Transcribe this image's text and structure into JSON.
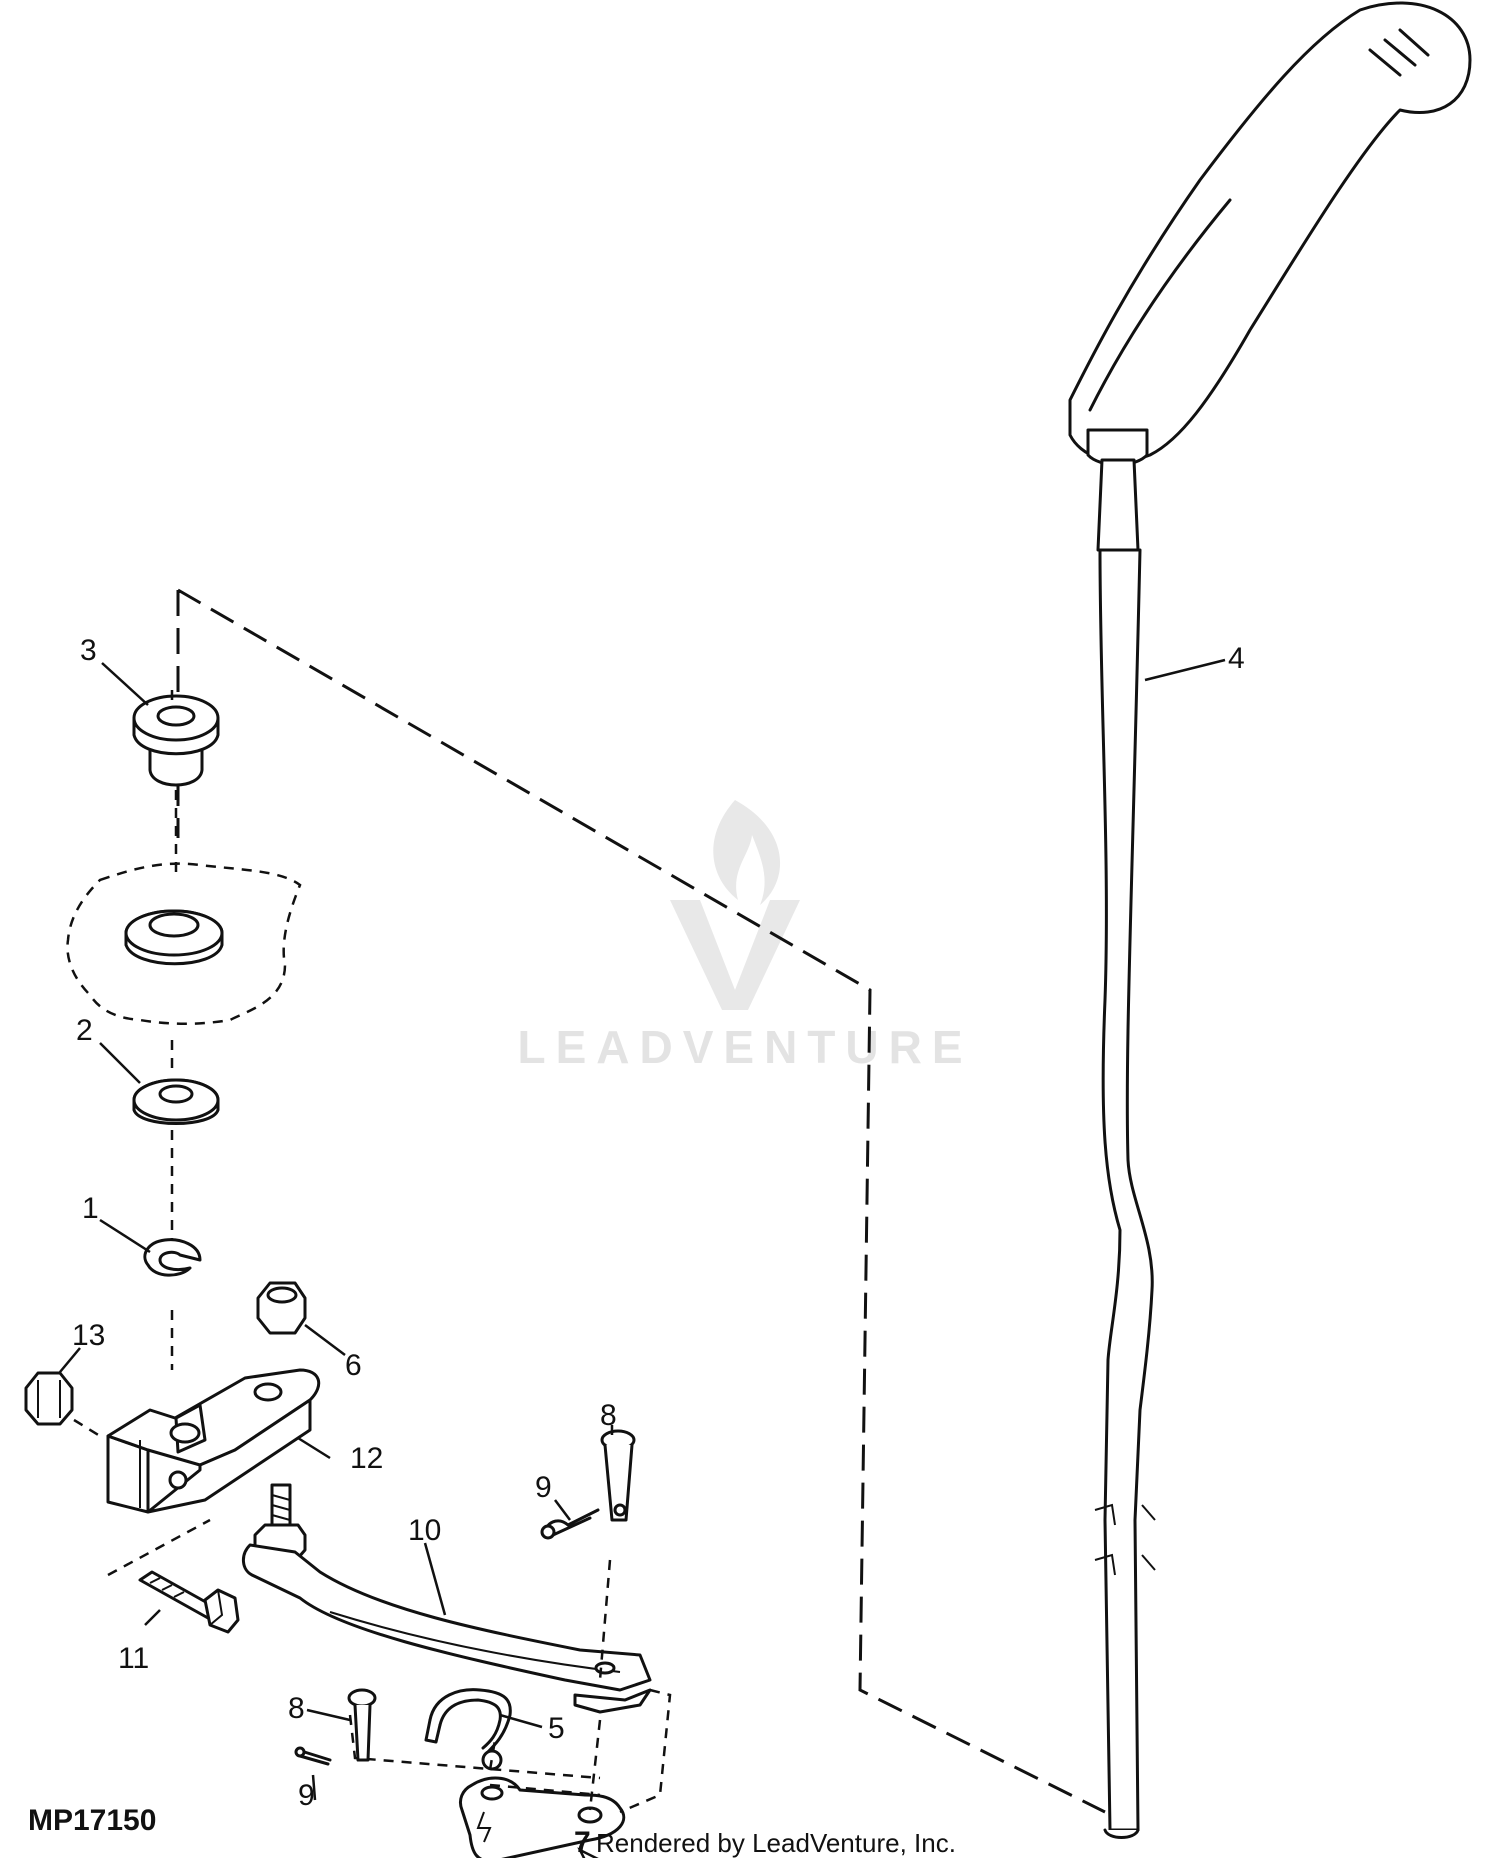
{
  "figure_code": "MP17150",
  "credit": "Rendered by LeadVenture, Inc.",
  "watermark": "LEADVENTURE",
  "callouts": {
    "c1": "1",
    "c2": "2",
    "c3": "3",
    "c4": "4",
    "c5": "5",
    "c6": "6",
    "c7": "7",
    "c8a": "8",
    "c8b": "8",
    "c9a": "9",
    "c9b": "9",
    "c10": "10",
    "c11": "11",
    "c12": "12",
    "c13": "13"
  },
  "parts": {
    "p1": "snap-ring-icon",
    "p2": "washer-icon",
    "p3": "bushing-icon",
    "p4": "shift-lever-rod-icon",
    "p5": "spring-clip-icon",
    "p6": "hex-nut-icon",
    "p7": "bellcrank-plate-icon",
    "p8": "clevis-pin-icon",
    "p9": "cotter-pin-icon",
    "p10": "shift-link-icon",
    "p11": "hex-bolt-icon",
    "p12": "clamp-arm-icon",
    "p13": "lock-nut-icon"
  }
}
